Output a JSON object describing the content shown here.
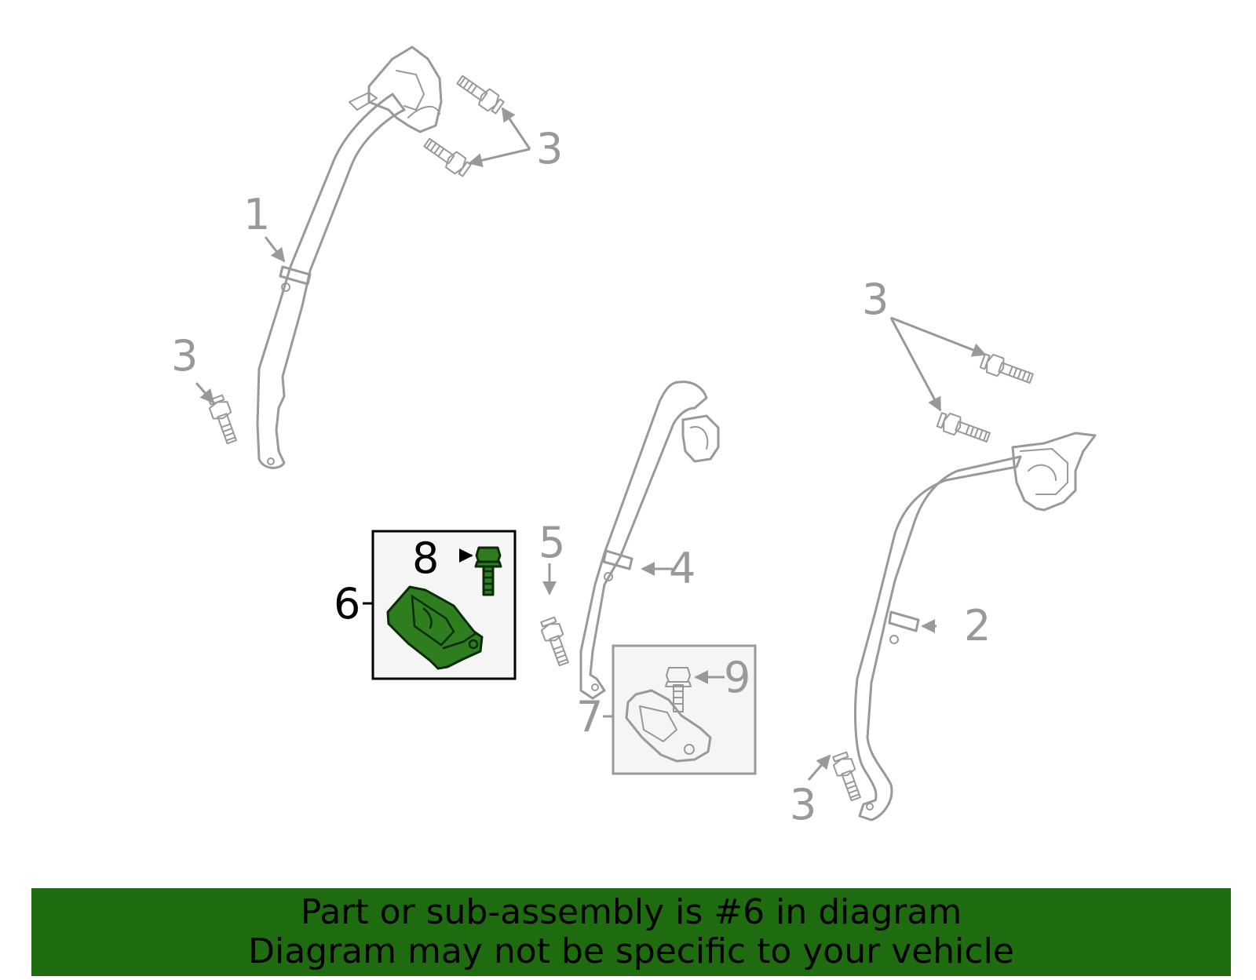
{
  "callouts": {
    "c1": "1",
    "c2": "2",
    "c3a": "3",
    "c3b": "3",
    "c3c": "3",
    "c3d": "3",
    "c4": "4",
    "c5": "5",
    "c6": "6",
    "c7": "7",
    "c8": "8",
    "c9": "9"
  },
  "highlight_part": "6",
  "colors": {
    "banner": "#1e6b10",
    "part_fill": "#2e7d1f",
    "line_gray": "#999999",
    "box_fill": "#f5f5f5"
  },
  "banner": {
    "line1": "Part or sub-assembly is #6 in diagram",
    "line2": "Diagram may not be specific to your vehicle"
  }
}
